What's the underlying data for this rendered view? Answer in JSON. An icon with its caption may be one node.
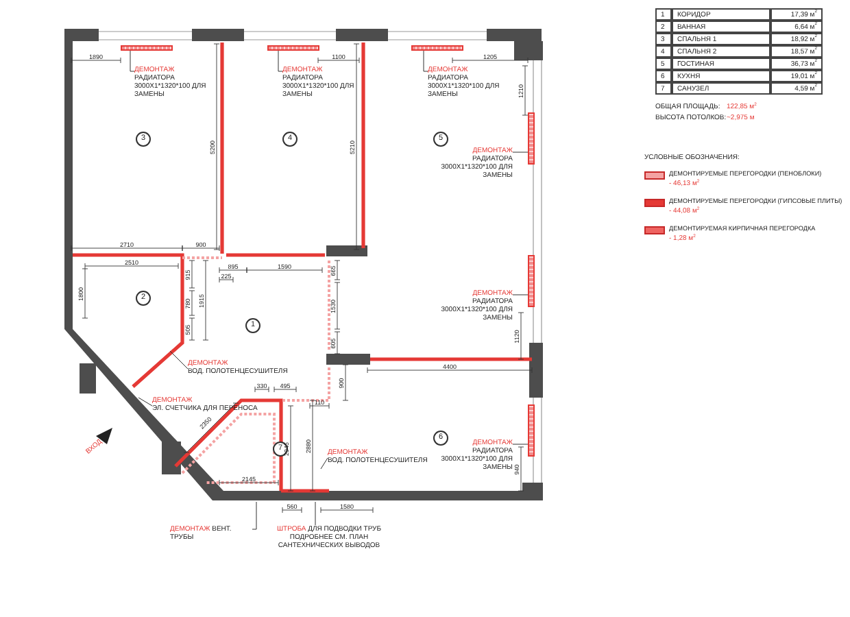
{
  "diagram": {
    "nodes": [
      {
        "text": [
          "1"
        ]
      },
      {
        "text": [
          "2"
        ]
      },
      {
        "text": [
          "3"
        ]
      },
      {
        "text": [
          "4"
        ]
      },
      {
        "text": [
          "5"
        ]
      },
      {
        "text": [
          "6"
        ]
      },
      {
        "text": [
          "7"
        ]
      },
      {
        "text": [],
        "shape": "bar"
      },
      {
        "text": [],
        "shape": "bar"
      },
      {
        "text": [],
        "shape": "bar"
      },
      {
        "text": [],
        "shape": "bar"
      },
      {
        "text": [],
        "shape": "bar"
      },
      {
        "text": [],
        "shape": "bar"
      },
      {
        "text": [
          "ДЕМОНТАЖ",
          "РАДИАТОРА 3000Х1*1320*100 ДЛЯ ЗАМЕНЫ"
        ]
      },
      {
        "text": [
          "ДЕМОНТАЖ",
          "РАДИАТОРА 3000Х1*1320*100 ДЛЯ ЗАМЕНЫ"
        ]
      },
      {
        "text": [
          "ДЕМОНТАЖ",
          "РАДИАТОРА 3000Х1*1320*100 ДЛЯ ЗАМЕНЫ"
        ]
      },
      {
        "text": [
          "ДЕМОНТАЖ",
          "РАДИАТОРА 3000Х1*1320*100 ДЛЯ ЗАМЕНЫ"
        ]
      },
      {
        "text": [
          "ДЕМОНТАЖ",
          "РАДИАТОРА 3000Х1*1320*100 ДЛЯ ЗАМЕНЫ"
        ]
      },
      {
        "text": [
          "ДЕМОНТАЖ",
          "РАДИАТОРА 3000Х1*1320*100 ДЛЯ ЗАМЕНЫ"
        ]
      },
      {
        "text": [
          "ДЕМОНТАЖ",
          "ВОД. ПОЛОТЕНЦЕСУШИТЕЛЯ"
        ]
      },
      {
        "text": [
          "ДЕМОНТАЖ",
          "ЭЛ. СЧЕТЧИКА ДЛЯ ПЕРЕНОСА"
        ]
      },
      {
        "text": [
          "ДЕМОНТАЖ",
          "ВОД. ПОЛОТЕНЦЕСУШИТЕЛЯ"
        ]
      },
      {
        "text": [
          "ДЕМОНТАЖ",
          "ВЕНТ. ТРУБЫ"
        ]
      },
      {
        "text": [
          "ШТРОБА",
          "ДЛЯ ПОДВОДКИ ТРУБ ПОДРОБНЕЕ СМ. ПЛАН САНТЕХНИЧЕСКИХ ВЫВОДОВ"
        ]
      }
    ],
    "edges": [
      {
        "from": 13,
        "to": 7,
        "arrow": "none"
      },
      {
        "from": 14,
        "to": 8,
        "arrow": "none"
      },
      {
        "from": 15,
        "to": 9,
        "arrow": "none"
      },
      {
        "from": 16,
        "to": 10,
        "arrow": "none"
      },
      {
        "from": 17,
        "to": 11,
        "arrow": "none"
      },
      {
        "from": 18,
        "to": 12,
        "arrow": "none"
      },
      {
        "from": 19,
        "to": null,
        "arrow": "none"
      },
      {
        "from": 20,
        "to": null,
        "arrow": "none"
      },
      {
        "from": 21,
        "to": null,
        "arrow": "none"
      },
      {
        "from": 22,
        "to": null,
        "arrow": "none"
      },
      {
        "from": 23,
        "to": null,
        "arrow": "none"
      }
    ],
    "labels": [
      "1",
      "КОРИДОР",
      "17,39 м$^{2}$",
      "2",
      "ВАННАЯ",
      "6,64 м$^{2}$",
      "3",
      "СПАЛЬНЯ 1",
      "18,92 м$^{2}$",
      "4",
      "СПАЛЬНЯ 2",
      "18,57 м$^{2}$",
      "5",
      "ГОСТИНАЯ",
      "36,73 м$^{2}$",
      "6",
      "КУХНЯ",
      "19,01 м$^{2}$",
      "7",
      "САНУЗЕЛ",
      "4,59 м$^{2}$",
      "ОБЩАЯ ПЛОЩАДЬ:",
      "122,85 м$^{2}$",
      "ВЫСОТА ПОТОЛКОВ:",
      "~2,975 м",
      "УСЛОВНЫЕ ОБОЗНАЧЕНИЯ:",
      "- 46,13 м$^{2}$",
      "- 44,08 м$^{2}$",
      "- 1,28 м$^{2}$",
      "ВХОД",
      "1890",
      "1100",
      "1205",
      "1210",
      "5200",
      "5210",
      "2710",
      "900",
      "2510",
      "895",
      "1590",
      "225",
      "1800",
      "915",
      "780",
      "505",
      "1915",
      "665",
      "1530",
      "605",
      "4400",
      "1120",
      "900",
      "330",
      "495",
      "110",
      "2350",
      "2945",
      "2880",
      "2145",
      "940",
      "560",
      "1580"
    ],
    "legend": [
      {
        "text": "ДЕМОНТИРУЕМЫЕ ПЕРЕГОРОДКИ (ПЕНОБЛОКИ)",
        "color": "#f4a3a3"
      },
      {
        "text": "ДЕМОНТИРУЕМЫЕ ПЕРЕГОРОДКИ (ГИПСОВЫЕ ПЛИТЫ)",
        "color": "#e53935"
      },
      {
        "text": "ДЕМОНТИРУЕМАЯ КИРПИЧНАЯ ПЕРЕГОРОДКА",
        "color": "#ef6461"
      }
    ]
  }
}
